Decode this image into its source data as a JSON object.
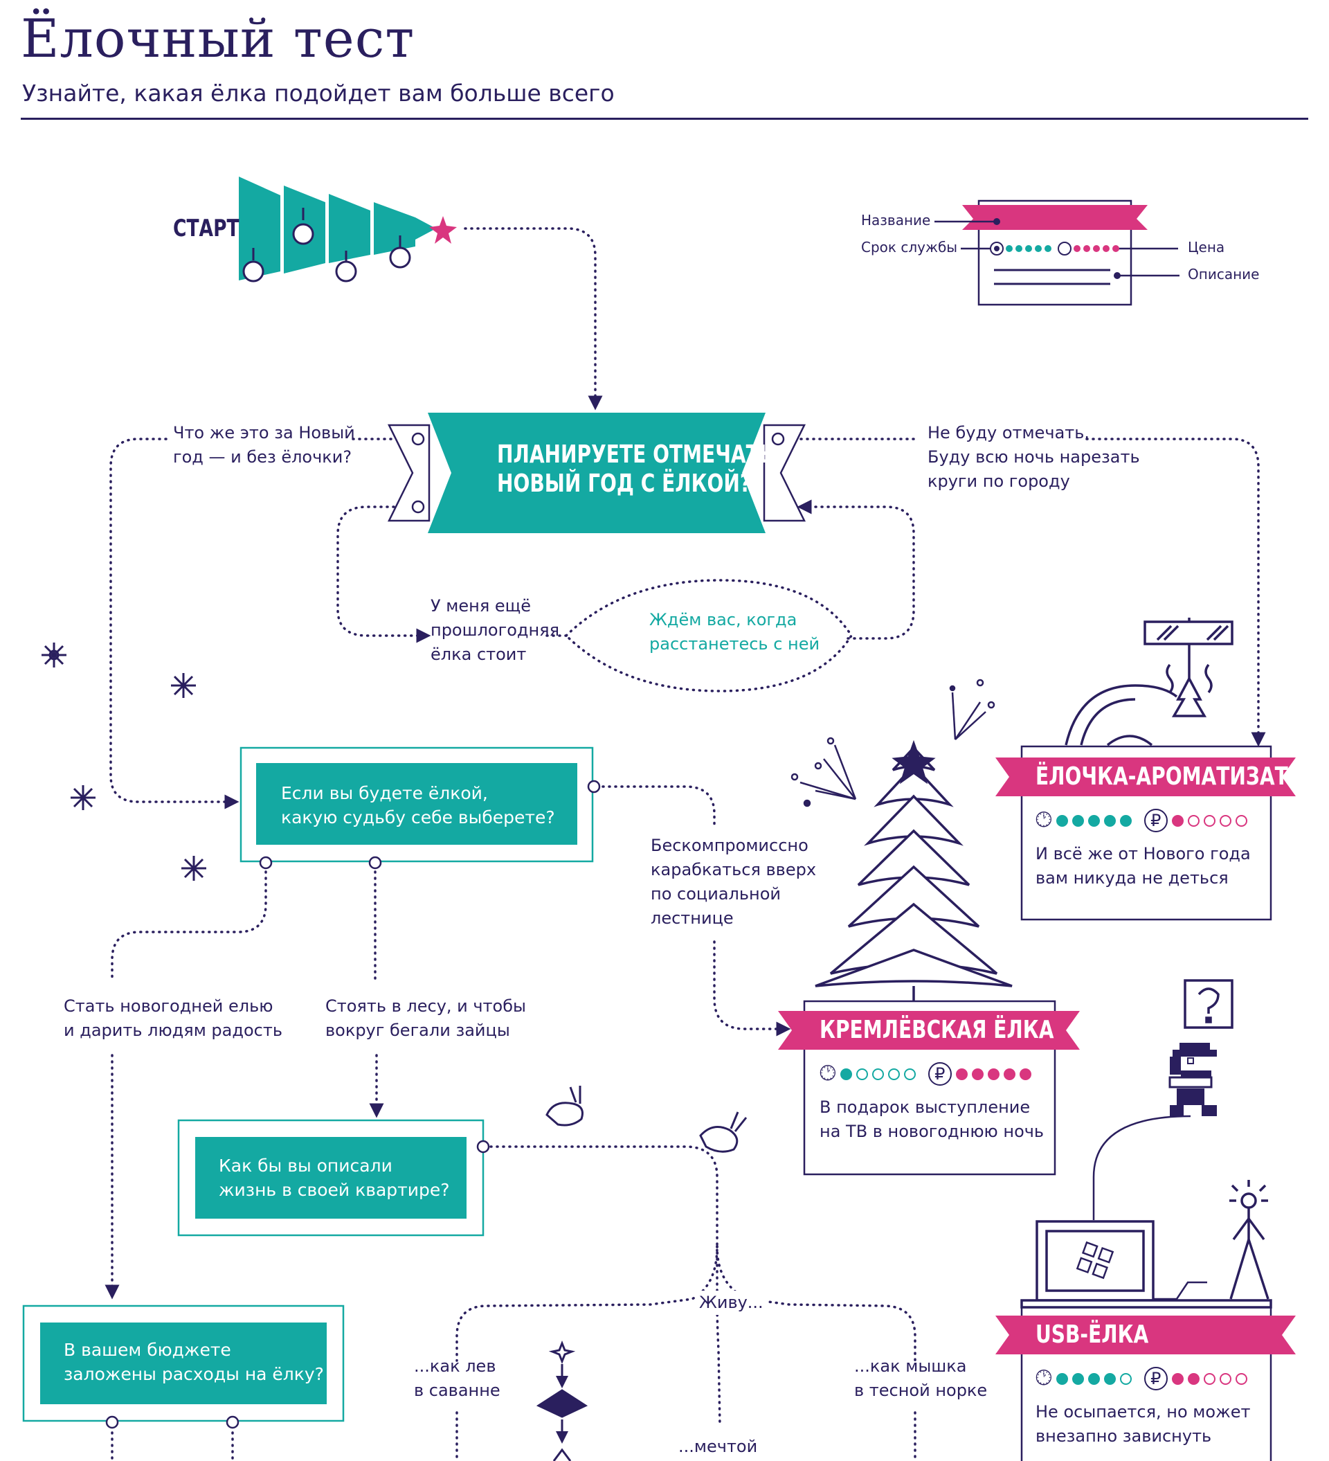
{
  "header": {
    "title": "Ёлочный тест",
    "subtitle": "Узнайте, какая ёлка подойдет вам больше всего"
  },
  "colors": {
    "teal": "#14a9a2",
    "magenta": "#d9367f",
    "navy": "#2a1f5e"
  },
  "start": {
    "label": "СТАРТ"
  },
  "legend": {
    "name": "Название",
    "lifetime": "Срок службы",
    "price": "Цена",
    "description": "Описание"
  },
  "question_main": {
    "line1": "ПЛАНИРУЕТЕ ОТМЕЧАТЬ",
    "line2": "НОВЫЙ ГОД С ЁЛКОЙ?"
  },
  "answers_main": {
    "left_line1": "Что же это за Новый",
    "left_line2": "год — и без ёлочки?",
    "right_line1": "Не буду отмечать.",
    "right_line2": "Буду всю ночь нарезать",
    "right_line3": "круги по городу",
    "old_tree_line1": "У меня ещё",
    "old_tree_line2": "прошлогодняя",
    "old_tree_line3": "ёлка стоит",
    "wait_line1": "Ждём вас, когда",
    "wait_line2": "расстанетесь с ней"
  },
  "question_fate": {
    "line1": "Если вы будете ёлкой,",
    "line2": "какую судьбу себе выберете?"
  },
  "answers_fate": {
    "climb_line1": "Бескомпромиссно",
    "climb_line2": "карабкаться вверх",
    "climb_line3": "по социальной",
    "climb_line4": "лестнице",
    "spruce_line1": "Стать новогодней елью",
    "spruce_line2": "и дарить людям радость",
    "forest_line1": "Стоять в лесу, и чтобы",
    "forest_line2": "вокруг бегали зайцы"
  },
  "question_apartment": {
    "line1": "Как бы вы описали",
    "line2": "жизнь в своей квартире?"
  },
  "answers_apartment": {
    "live": "Живу...",
    "lion_line1": "...как лев",
    "lion_line2": "в саванне",
    "mouse_line1": "...как мышка",
    "mouse_line2": "в тесной норке",
    "dream": "...мечтой"
  },
  "question_budget": {
    "line1": "В вашем бюджете",
    "line2": "заложены расходы на ёлку?"
  },
  "results": [
    {
      "id": "aroma",
      "name": "ЁЛОЧКА-АРОМАТИЗАТОР",
      "lifetime": 5,
      "price": 1,
      "max": 5,
      "desc_line1": "И всё же от Нового года",
      "desc_line2": "вам никуда не деться"
    },
    {
      "id": "kremlin",
      "name": "КРЕМЛЁВСКАЯ ЁЛКА",
      "lifetime": 1,
      "price": 5,
      "max": 5,
      "desc_line1": "В подарок выступление",
      "desc_line2": "на ТВ в новогоднюю ночь"
    },
    {
      "id": "usb",
      "name": "USB-ЁЛКА",
      "lifetime": 4,
      "price": 2,
      "max": 5,
      "desc_line1": "Не осыпается, но может",
      "desc_line2": "внезапно зависнуть"
    }
  ],
  "icons": {
    "clock": "clock-icon",
    "ruble": "ruble-icon",
    "star": "star-icon",
    "snowflake": "snowflake-icon",
    "rabbit": "rabbit-icon",
    "mario": "mario-icon",
    "question_block": "question-block-icon",
    "laptop": "laptop-icon",
    "lamp": "lamp-icon",
    "firework": "firework-icon"
  }
}
